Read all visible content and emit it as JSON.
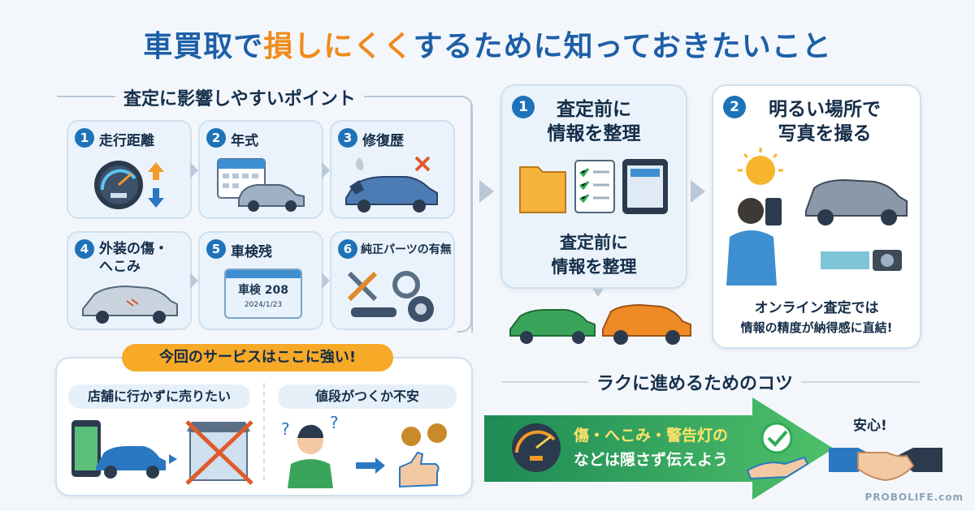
{
  "header": {
    "title_part1": "車買取で",
    "title_part2": "損しにくく",
    "title_part3": "するために知っておきたいこと"
  },
  "points_section": {
    "title": "査定に影響しやすいポイント",
    "items": [
      {
        "num": "1",
        "label": "走行距離",
        "icon": "speedometer-icon"
      },
      {
        "num": "2",
        "label": "年式",
        "icon": "calendar-car-icon"
      },
      {
        "num": "3",
        "label": "修復歴",
        "icon": "damaged-car-icon"
      },
      {
        "num": "4",
        "label_line1": "外装の傷・",
        "label_line2": "へこみ",
        "icon": "scratched-car-icon"
      },
      {
        "num": "5",
        "label": "車検残",
        "icon": "inspection-sticker-icon",
        "sticker_text": "車検 208",
        "sticker_date": "2024/1/23"
      },
      {
        "num": "6",
        "label": "純正パーツの有無",
        "icon": "tools-parts-icon"
      }
    ]
  },
  "step1": {
    "num": "1",
    "label_line1": "査定前に",
    "label_line2": "情報を整理",
    "sub_line1": "査定前に",
    "sub_line2": "情報を整理"
  },
  "step2": {
    "num": "2",
    "label_line1": "明るい場所で",
    "label_line2": "写真を撮る",
    "note_line1": "オンライン査定では",
    "note_line2": "情報の精度が納得感に直結!"
  },
  "service_section": {
    "title": "今回のサービスはここに強い!",
    "left_label": "店舗に行かずに売りたい",
    "right_label": "値段がつくか不安"
  },
  "tips_section": {
    "title": "ラクに進めるためのコツ",
    "message_line1": "傷・へこみ・警告灯の",
    "message_line2": "などは隠さず伝えよう",
    "relief_label": "安心!"
  },
  "footer": {
    "watermark": "PROBOLIFE.com"
  },
  "colors": {
    "primary": "#1d5fa8",
    "accent": "#f08a1c",
    "green": "#2eaa55",
    "pill": "#f7a928"
  }
}
